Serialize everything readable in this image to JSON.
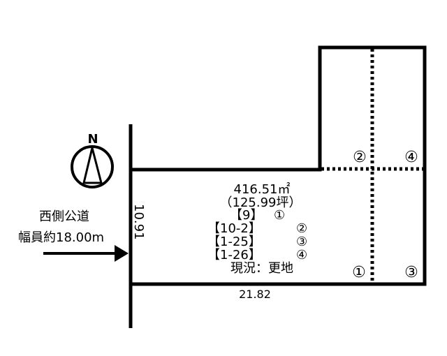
{
  "plot": {
    "area_m2": "416.51㎡",
    "area_tsubo": "（125.99坪）",
    "lots": [
      {
        "bracket": "【9】",
        "marker": "①"
      },
      {
        "bracket": "【10-2】",
        "marker": "②"
      },
      {
        "bracket": "【1-25】",
        "marker": "③"
      },
      {
        "bracket": "【1-26】",
        "marker": "④"
      }
    ],
    "status": "現況：更地"
  },
  "road": {
    "line1": "西側公道",
    "line2": "幅員約18.00m"
  },
  "dimensions": {
    "frontage": "10.91",
    "depth": "21.82"
  },
  "compass": {
    "label": "N"
  },
  "corner_markers": {
    "top_left": "②",
    "top_right": "④",
    "bottom_left": "①",
    "bottom_right": "③"
  }
}
